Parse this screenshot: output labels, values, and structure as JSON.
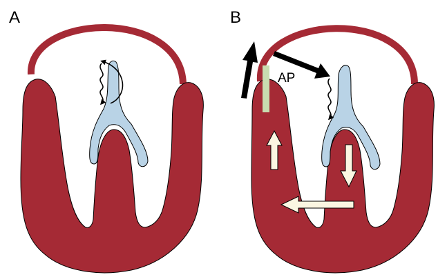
{
  "panels": [
    {
      "label": "A"
    },
    {
      "label": "B"
    }
  ],
  "annotations": {
    "ap": "AP"
  },
  "colors": {
    "myocardium": "#A52A35",
    "conduction": "#B9D3E6",
    "ap_marker": "#C8DDB0",
    "arrow_light": "#FBF6E2",
    "arrow_dark": "#000000"
  }
}
